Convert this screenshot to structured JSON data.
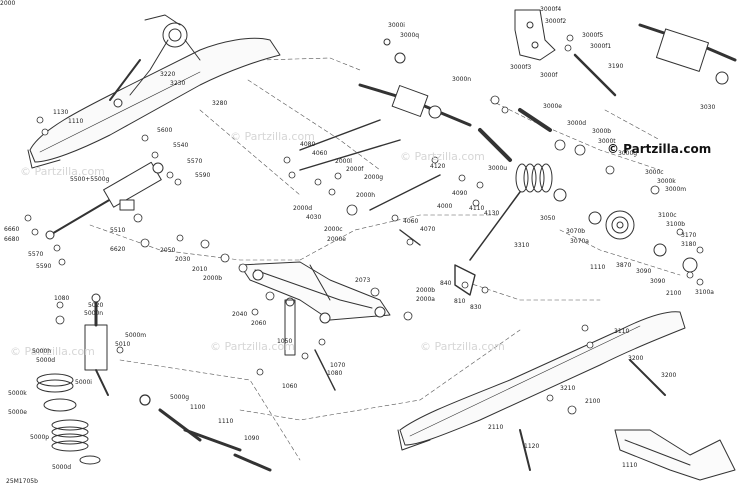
{
  "diagram": {
    "drawing_code": "25M1705b",
    "watermark": "© Partzilla.com",
    "callouts": [
      "3220",
      "3230",
      "3280",
      "1130",
      "1110",
      "5600",
      "5540",
      "5570",
      "5590",
      "5500+5500g",
      "6660",
      "6680",
      "5510",
      "6620",
      "5570",
      "5590",
      "3000i",
      "3000q",
      "3000f4",
      "3000f2",
      "3000f5",
      "3000f1",
      "3000f3",
      "3000f",
      "3190",
      "3030",
      "3000n",
      "3000e",
      "3000d",
      "3000b",
      "3000t",
      "3000g",
      "3000c",
      "3000k",
      "3000m",
      "4080",
      "4060",
      "2000l",
      "2000f",
      "2000g",
      "2000h",
      "2000d",
      "4030",
      "2000c",
      "2000e",
      "4120",
      "4000",
      "4090",
      "4110",
      "4130",
      "4060",
      "4070",
      "3000u",
      "3050",
      "3070b",
      "3070a",
      "3100c",
      "3100b",
      "3170",
      "3180",
      "3310",
      "2050",
      "2030",
      "2010",
      "2000b",
      "2073",
      "2000b",
      "2000a",
      "840",
      "810",
      "830",
      "2040",
      "2060",
      "1050",
      "1060",
      "1070",
      "1080",
      "1080",
      "5020",
      "5000n",
      "5000h",
      "5000d",
      "5000m",
      "5010",
      "5000i",
      "5000k",
      "5000e",
      "5000p",
      "5000d",
      "5000g",
      "1100",
      "1110",
      "1090",
      "1110",
      "3870",
      "3090",
      "3090",
      "2100",
      "3100a",
      "3110",
      "3200",
      "3200",
      "3210",
      "2100",
      "2110",
      "1120",
      "1110",
      "2000"
    ]
  }
}
